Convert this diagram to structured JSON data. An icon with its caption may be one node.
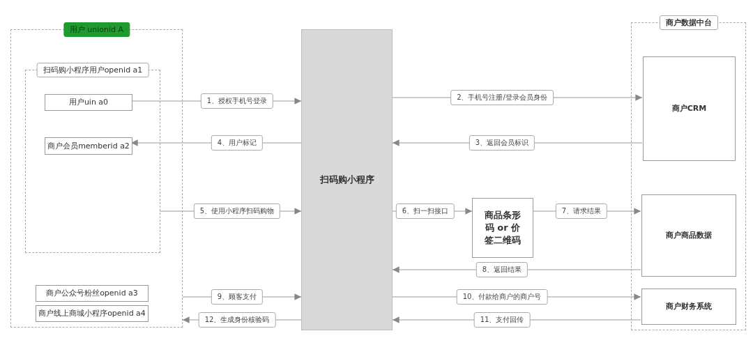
{
  "diagram": {
    "nodes": [
      {
        "text": [
          "用户 unionid A"
        ]
      },
      {
        "text": [
          "扫码购小程序用户openid a1"
        ],
        "in": 0
      },
      {
        "text": [
          "用户uin a0"
        ],
        "in": 1
      },
      {
        "text": [
          "商户会员memberid a2"
        ],
        "in": 1
      },
      {
        "text": [
          "商户公众号粉丝openid a3"
        ],
        "in": 0
      },
      {
        "text": [
          "商户线上商城小程序openid a4"
        ],
        "in": 0
      },
      {
        "text": [
          "扫码购小程序"
        ]
      },
      {
        "text": [
          "商品条形码 or 价签二维码"
        ]
      },
      {
        "text": [
          "商户数据中台"
        ]
      },
      {
        "text": [
          "商户CRM"
        ],
        "in": 8
      },
      {
        "text": [
          "商户商品数据"
        ],
        "in": 8
      },
      {
        "text": [
          "商户财务系统"
        ],
        "in": 8
      }
    ],
    "edges": [
      {
        "from": 2,
        "to": 6,
        "arrow": "to",
        "label": "1、授权手机号登录"
      },
      {
        "from": 6,
        "to": 9,
        "arrow": "to",
        "label": "2、手机号注册/登录会员身份"
      },
      {
        "from": 9,
        "to": 6,
        "arrow": "to",
        "label": "3、返回会员标识"
      },
      {
        "from": 6,
        "to": 3,
        "arrow": "to",
        "label": "4、用户标记"
      },
      {
        "from": 1,
        "to": 6,
        "arrow": "to",
        "label": "5、使用小程序扫码购物"
      },
      {
        "from": 6,
        "to": 7,
        "arrow": "to",
        "label": "6、扫一扫接口"
      },
      {
        "from": 7,
        "to": 10,
        "arrow": "to",
        "label": "7、请求结果"
      },
      {
        "from": 10,
        "to": 6,
        "arrow": "to",
        "label": "8、返回结果"
      },
      {
        "from": 0,
        "to": 6,
        "arrow": "to",
        "label": "9、顾客支付"
      },
      {
        "from": 6,
        "to": 11,
        "arrow": "to",
        "label": "10、付款给商户的商户号"
      },
      {
        "from": 11,
        "to": 6,
        "arrow": "to",
        "label": "11、支付回传"
      },
      {
        "from": 6,
        "to": 0,
        "arrow": "to",
        "label": "12、生成身份核验码"
      }
    ]
  }
}
